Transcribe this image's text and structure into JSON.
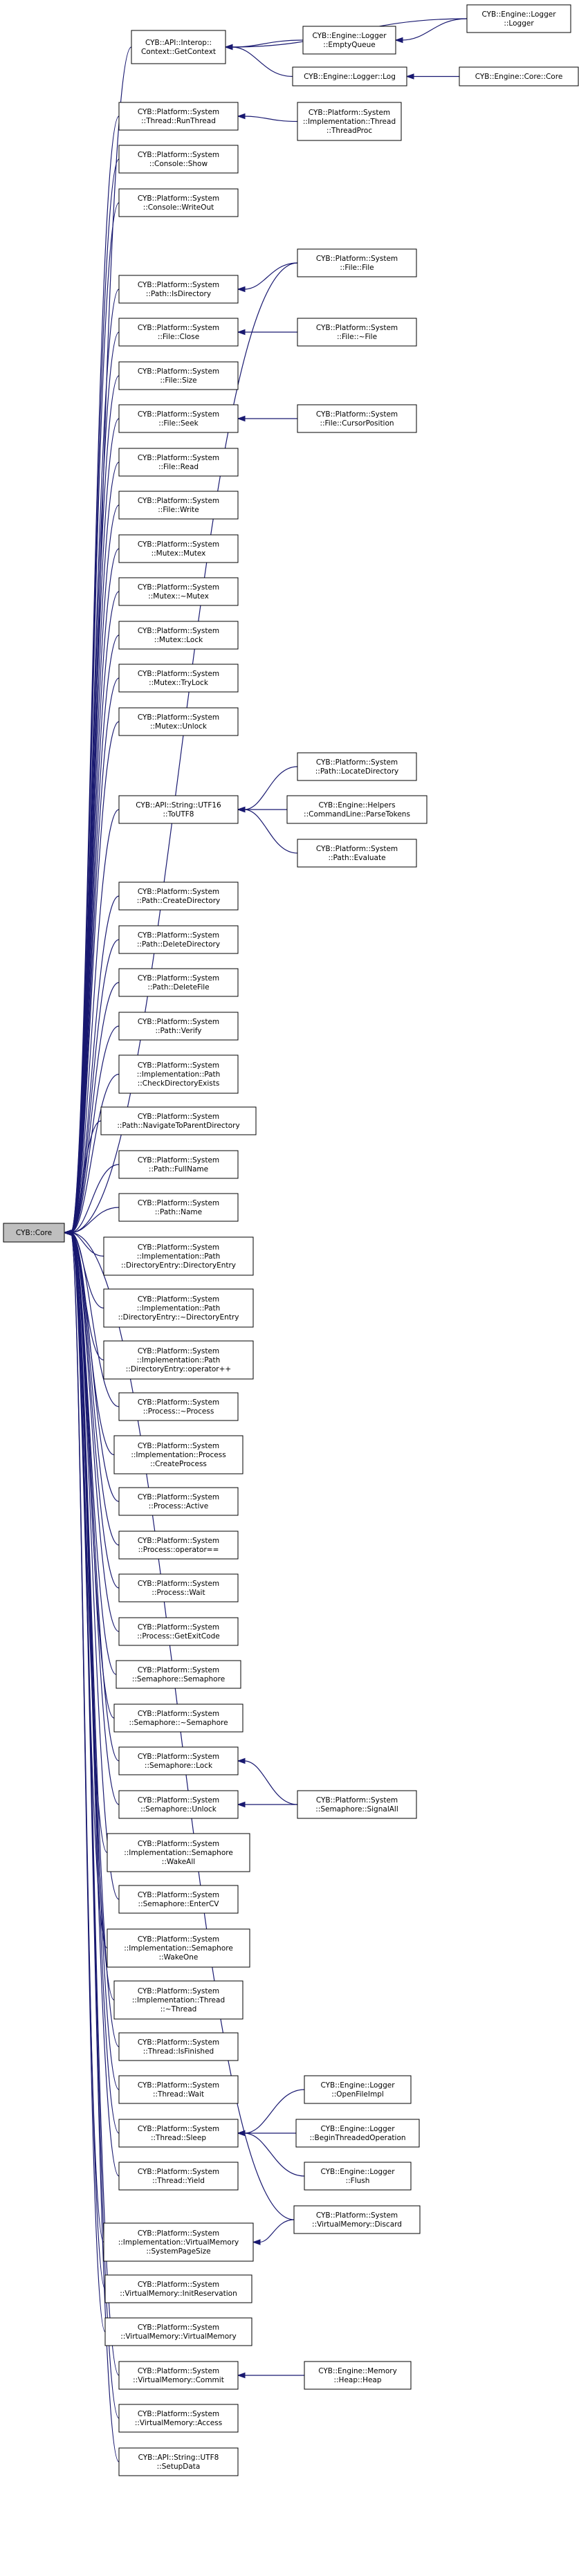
{
  "graph": {
    "type": "call-graph",
    "edge_color": "#191970",
    "root_fill": "#bfbfbf",
    "node_fill": "#ffffff",
    "nodes": [
      {
        "id": "core",
        "lines": [
          "CYB::Core"
        ],
        "root": true
      },
      {
        "id": "getcontext",
        "lines": [
          "CYB::API::Interop::",
          "Context::GetContext"
        ]
      },
      {
        "id": "emptyqueue",
        "lines": [
          "CYB::Engine::Logger",
          "::EmptyQueue"
        ]
      },
      {
        "id": "loggerlogger",
        "lines": [
          "CYB::Engine::Logger",
          "::Logger"
        ]
      },
      {
        "id": "loggerlog",
        "lines": [
          "CYB::Engine::Logger::Log"
        ]
      },
      {
        "id": "enginecore",
        "lines": [
          "CYB::Engine::Core::Core"
        ]
      },
      {
        "id": "runthread",
        "lines": [
          "CYB::Platform::System",
          "::Thread::RunThread"
        ]
      },
      {
        "id": "threadproc",
        "lines": [
          "CYB::Platform::System",
          "::Implementation::Thread",
          "::ThreadProc"
        ]
      },
      {
        "id": "consoleshow",
        "lines": [
          "CYB::Platform::System",
          "::Console::Show"
        ]
      },
      {
        "id": "consolewriteout",
        "lines": [
          "CYB::Platform::System",
          "::Console::WriteOut"
        ]
      },
      {
        "id": "isdirectory",
        "lines": [
          "CYB::Platform::System",
          "::Path::IsDirectory"
        ]
      },
      {
        "id": "filefile",
        "lines": [
          "CYB::Platform::System",
          "::File::File"
        ]
      },
      {
        "id": "fileclose",
        "lines": [
          "CYB::Platform::System",
          "::File::Close"
        ]
      },
      {
        "id": "filedtor",
        "lines": [
          "CYB::Platform::System",
          "::File::~File"
        ]
      },
      {
        "id": "filesize",
        "lines": [
          "CYB::Platform::System",
          "::File::Size"
        ]
      },
      {
        "id": "fileseek",
        "lines": [
          "CYB::Platform::System",
          "::File::Seek"
        ]
      },
      {
        "id": "cursorposition",
        "lines": [
          "CYB::Platform::System",
          "::File::CursorPosition"
        ]
      },
      {
        "id": "fileread",
        "lines": [
          "CYB::Platform::System",
          "::File::Read"
        ]
      },
      {
        "id": "filewrite",
        "lines": [
          "CYB::Platform::System",
          "::File::Write"
        ]
      },
      {
        "id": "mutexmutex",
        "lines": [
          "CYB::Platform::System",
          "::Mutex::Mutex"
        ]
      },
      {
        "id": "mutexdtor",
        "lines": [
          "CYB::Platform::System",
          "::Mutex::~Mutex"
        ]
      },
      {
        "id": "mutexlock",
        "lines": [
          "CYB::Platform::System",
          "::Mutex::Lock"
        ]
      },
      {
        "id": "mutextrylock",
        "lines": [
          "CYB::Platform::System",
          "::Mutex::TryLock"
        ]
      },
      {
        "id": "mutexunlock",
        "lines": [
          "CYB::Platform::System",
          "::Mutex::Unlock"
        ]
      },
      {
        "id": "locatedirectory",
        "lines": [
          "CYB::Platform::System",
          "::Path::LocateDirectory"
        ]
      },
      {
        "id": "toutf8",
        "lines": [
          "CYB::API::String::UTF16",
          "::ToUTF8"
        ]
      },
      {
        "id": "parsetokens",
        "lines": [
          "CYB::Engine::Helpers",
          "::CommandLine::ParseTokens"
        ]
      },
      {
        "id": "pathevaluate",
        "lines": [
          "CYB::Platform::System",
          "::Path::Evaluate"
        ]
      },
      {
        "id": "createdirectory",
        "lines": [
          "CYB::Platform::System",
          "::Path::CreateDirectory"
        ]
      },
      {
        "id": "deletedirectory",
        "lines": [
          "CYB::Platform::System",
          "::Path::DeleteDirectory"
        ]
      },
      {
        "id": "deletefile",
        "lines": [
          "CYB::Platform::System",
          "::Path::DeleteFile"
        ]
      },
      {
        "id": "pathverify",
        "lines": [
          "CYB::Platform::System",
          "::Path::Verify"
        ]
      },
      {
        "id": "checkdirexists",
        "lines": [
          "CYB::Platform::System",
          "::Implementation::Path",
          "::CheckDirectoryExists"
        ]
      },
      {
        "id": "navigateparent",
        "lines": [
          "CYB::Platform::System",
          "::Path::NavigateToParentDirectory"
        ]
      },
      {
        "id": "fullname",
        "lines": [
          "CYB::Platform::System",
          "::Path::FullName"
        ]
      },
      {
        "id": "pathname",
        "lines": [
          "CYB::Platform::System",
          "::Path::Name"
        ]
      },
      {
        "id": "direntryctor",
        "lines": [
          "CYB::Platform::System",
          "::Implementation::Path",
          "::DirectoryEntry::DirectoryEntry"
        ]
      },
      {
        "id": "direntrydtor",
        "lines": [
          "CYB::Platform::System",
          "::Implementation::Path",
          "::DirectoryEntry::~DirectoryEntry"
        ]
      },
      {
        "id": "direntryinc",
        "lines": [
          "CYB::Platform::System",
          "::Implementation::Path",
          "::DirectoryEntry::operator++"
        ]
      },
      {
        "id": "processdtor",
        "lines": [
          "CYB::Platform::System",
          "::Process::~Process"
        ]
      },
      {
        "id": "createprocess",
        "lines": [
          "CYB::Platform::System",
          "::Implementation::Process",
          "::CreateProcess"
        ]
      },
      {
        "id": "processactive",
        "lines": [
          "CYB::Platform::System",
          "::Process::Active"
        ]
      },
      {
        "id": "processeq",
        "lines": [
          "CYB::Platform::System",
          "::Process::operator=="
        ]
      },
      {
        "id": "processwait",
        "lines": [
          "CYB::Platform::System",
          "::Process::Wait"
        ]
      },
      {
        "id": "getexitcode",
        "lines": [
          "CYB::Platform::System",
          "::Process::GetExitCode"
        ]
      },
      {
        "id": "semctor",
        "lines": [
          "CYB::Platform::System",
          "::Semaphore::Semaphore"
        ]
      },
      {
        "id": "semdtor",
        "lines": [
          "CYB::Platform::System",
          "::Semaphore::~Semaphore"
        ]
      },
      {
        "id": "semlock",
        "lines": [
          "CYB::Platform::System",
          "::Semaphore::Lock"
        ]
      },
      {
        "id": "semunlock",
        "lines": [
          "CYB::Platform::System",
          "::Semaphore::Unlock"
        ]
      },
      {
        "id": "signalall",
        "lines": [
          "CYB::Platform::System",
          "::Semaphore::SignalAll"
        ]
      },
      {
        "id": "wakeall",
        "lines": [
          "CYB::Platform::System",
          "::Implementation::Semaphore",
          "::WakeAll"
        ]
      },
      {
        "id": "entercv",
        "lines": [
          "CYB::Platform::System",
          "::Semaphore::EnterCV"
        ]
      },
      {
        "id": "wakeone",
        "lines": [
          "CYB::Platform::System",
          "::Implementation::Semaphore",
          "::WakeOne"
        ]
      },
      {
        "id": "implthreaddtor",
        "lines": [
          "CYB::Platform::System",
          "::Implementation::Thread",
          "::~Thread"
        ]
      },
      {
        "id": "isfinished",
        "lines": [
          "CYB::Platform::System",
          "::Thread::IsFinished"
        ]
      },
      {
        "id": "threadwait",
        "lines": [
          "CYB::Platform::System",
          "::Thread::Wait"
        ]
      },
      {
        "id": "openfileimpl",
        "lines": [
          "CYB::Engine::Logger",
          "::OpenFileImpl"
        ]
      },
      {
        "id": "threadsleep",
        "lines": [
          "CYB::Platform::System",
          "::Thread::Sleep"
        ]
      },
      {
        "id": "beginthreaded",
        "lines": [
          "CYB::Engine::Logger",
          "::BeginThreadedOperation"
        ]
      },
      {
        "id": "loggerflush",
        "lines": [
          "CYB::Engine::Logger",
          "::Flush"
        ]
      },
      {
        "id": "threadyield",
        "lines": [
          "CYB::Platform::System",
          "::Thread::Yield"
        ]
      },
      {
        "id": "vmdiscard",
        "lines": [
          "CYB::Platform::System",
          "::VirtualMemory::Discard"
        ]
      },
      {
        "id": "syspagesize",
        "lines": [
          "CYB::Platform::System",
          "::Implementation::VirtualMemory",
          "::SystemPageSize"
        ]
      },
      {
        "id": "initreservation",
        "lines": [
          "CYB::Platform::System",
          "::VirtualMemory::InitReservation"
        ]
      },
      {
        "id": "vmctor",
        "lines": [
          "CYB::Platform::System",
          "::VirtualMemory::VirtualMemory"
        ]
      },
      {
        "id": "vmcommit",
        "lines": [
          "CYB::Platform::System",
          "::VirtualMemory::Commit"
        ]
      },
      {
        "id": "heapheap",
        "lines": [
          "CYB::Engine::Memory",
          "::Heap::Heap"
        ]
      },
      {
        "id": "vmaccess",
        "lines": [
          "CYB::Platform::System",
          "::VirtualMemory::Access"
        ]
      },
      {
        "id": "setupdata",
        "lines": [
          "CYB::API::String::UTF8",
          "::SetupData"
        ]
      }
    ],
    "edges": [
      [
        "getcontext",
        "core"
      ],
      [
        "runthread",
        "core"
      ],
      [
        "consoleshow",
        "core"
      ],
      [
        "consolewriteout",
        "core"
      ],
      [
        "isdirectory",
        "core"
      ],
      [
        "fileclose",
        "core"
      ],
      [
        "filesize",
        "core"
      ],
      [
        "fileseek",
        "core"
      ],
      [
        "fileread",
        "core"
      ],
      [
        "filewrite",
        "core"
      ],
      [
        "mutexmutex",
        "core"
      ],
      [
        "mutexdtor",
        "core"
      ],
      [
        "mutexlock",
        "core"
      ],
      [
        "mutextrylock",
        "core"
      ],
      [
        "mutexunlock",
        "core"
      ],
      [
        "toutf8",
        "core"
      ],
      [
        "createdirectory",
        "core"
      ],
      [
        "deletedirectory",
        "core"
      ],
      [
        "deletefile",
        "core"
      ],
      [
        "pathverify",
        "core"
      ],
      [
        "checkdirexists",
        "core"
      ],
      [
        "navigateparent",
        "core"
      ],
      [
        "fullname",
        "core"
      ],
      [
        "pathname",
        "core"
      ],
      [
        "direntryctor",
        "core"
      ],
      [
        "direntrydtor",
        "core"
      ],
      [
        "direntryinc",
        "core"
      ],
      [
        "processdtor",
        "core"
      ],
      [
        "createprocess",
        "core"
      ],
      [
        "processactive",
        "core"
      ],
      [
        "processeq",
        "core"
      ],
      [
        "processwait",
        "core"
      ],
      [
        "getexitcode",
        "core"
      ],
      [
        "semctor",
        "core"
      ],
      [
        "semdtor",
        "core"
      ],
      [
        "semlock",
        "core"
      ],
      [
        "semunlock",
        "core"
      ],
      [
        "wakeall",
        "core"
      ],
      [
        "entercv",
        "core"
      ],
      [
        "wakeone",
        "core"
      ],
      [
        "implthreaddtor",
        "core"
      ],
      [
        "isfinished",
        "core"
      ],
      [
        "threadwait",
        "core"
      ],
      [
        "threadsleep",
        "core"
      ],
      [
        "threadyield",
        "core"
      ],
      [
        "syspagesize",
        "core"
      ],
      [
        "initreservation",
        "core"
      ],
      [
        "vmctor",
        "core"
      ],
      [
        "vmcommit",
        "core"
      ],
      [
        "vmaccess",
        "core"
      ],
      [
        "setupdata",
        "core"
      ],
      [
        "filefile",
        "core"
      ],
      [
        "vmdiscard",
        "core"
      ],
      [
        "emptyqueue",
        "getcontext"
      ],
      [
        "loggerlogger",
        "getcontext"
      ],
      [
        "loggerlog",
        "getcontext"
      ],
      [
        "loggerlogger",
        "emptyqueue"
      ],
      [
        "enginecore",
        "loggerlog"
      ],
      [
        "threadproc",
        "runthread"
      ],
      [
        "filefile",
        "isdirectory"
      ],
      [
        "filedtor",
        "fileclose"
      ],
      [
        "cursorposition",
        "fileseek"
      ],
      [
        "locatedirectory",
        "toutf8"
      ],
      [
        "parsetokens",
        "toutf8"
      ],
      [
        "pathevaluate",
        "toutf8"
      ],
      [
        "signalall",
        "semlock"
      ],
      [
        "signalall",
        "semunlock"
      ],
      [
        "openfileimpl",
        "threadsleep"
      ],
      [
        "beginthreaded",
        "threadsleep"
      ],
      [
        "loggerflush",
        "threadsleep"
      ],
      [
        "vmdiscard",
        "syspagesize"
      ],
      [
        "heapheap",
        "vmcommit"
      ]
    ]
  }
}
